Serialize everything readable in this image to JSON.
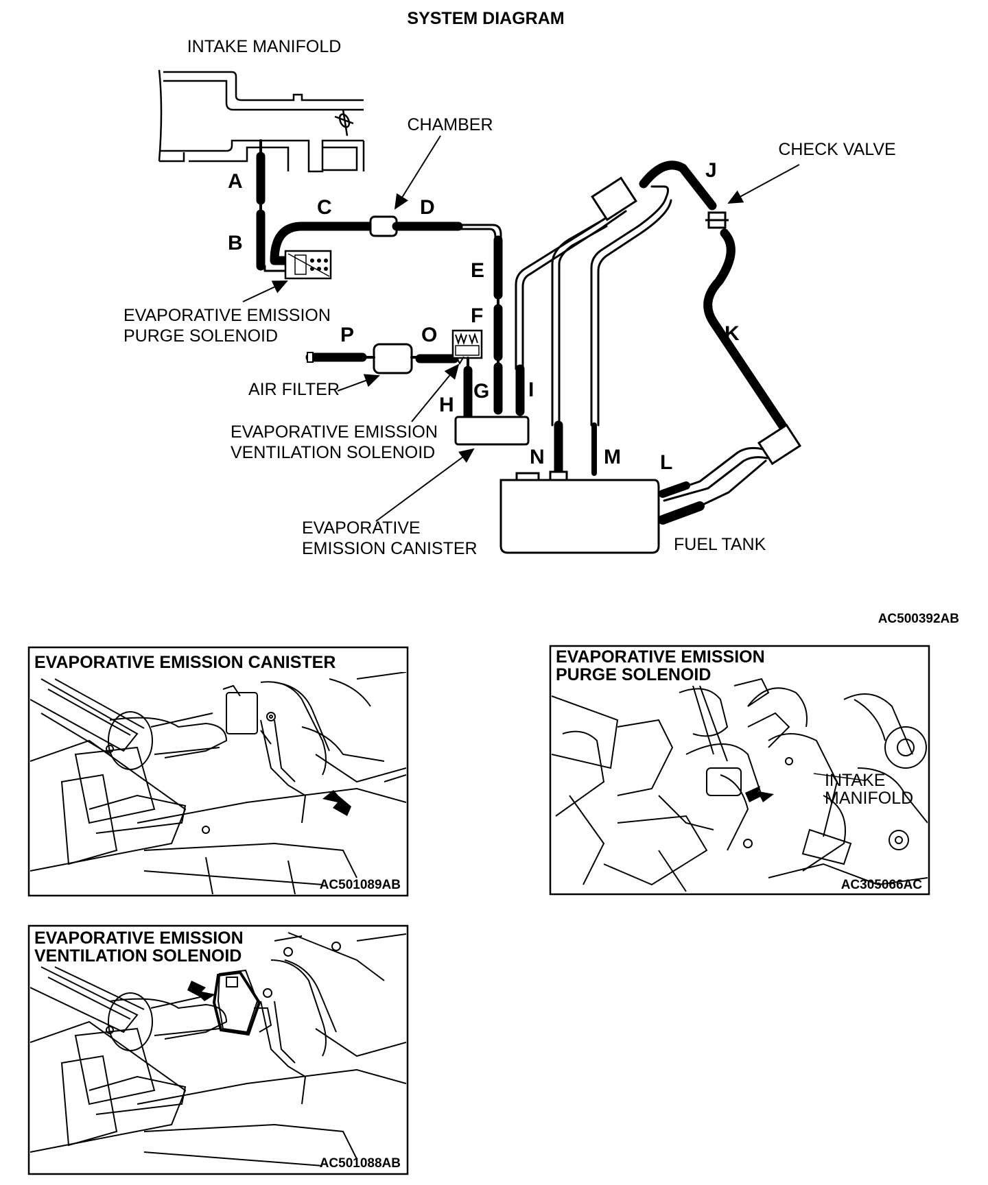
{
  "diagram": {
    "title": "SYSTEM DIAGRAM",
    "labels": {
      "intake_manifold": "INTAKE MANIFOLD",
      "chamber": "CHAMBER",
      "check_valve": "CHECK VALVE",
      "purge_solenoid_line1": "EVAPORATIVE EMISSION",
      "purge_solenoid_line2": "PURGE SOLENOID",
      "air_filter": "AIR FILTER",
      "vent_solenoid_line1": "EVAPORATIVE EMISSION",
      "vent_solenoid_line2": "VENTILATION SOLENOID",
      "canister_line1": "EVAPORATIVE",
      "canister_line2": "EMISSION CANISTER",
      "fuel_tank": "FUEL TANK"
    },
    "hose_letters": {
      "A": "A",
      "B": "B",
      "C": "C",
      "D": "D",
      "E": "E",
      "F": "F",
      "G": "G",
      "H": "H",
      "I": "I",
      "J": "J",
      "K": "K",
      "L": "L",
      "M": "M",
      "N": "N",
      "O": "O",
      "P": "P"
    },
    "figure_code": "AC500392AB"
  },
  "photos": [
    {
      "id": "canister",
      "title_line1": "EVAPORATIVE EMISSION CANISTER",
      "title_line2": "",
      "code": "AC501089AB"
    },
    {
      "id": "purge",
      "title_line1": "EVAPORATIVE EMISSION",
      "title_line2": "PURGE SOLENOID",
      "callout_line1": "INTAKE",
      "callout_line2": "MANIFOLD",
      "code": "AC305066AC"
    },
    {
      "id": "vent",
      "title_line1": "EVAPORATIVE EMISSION",
      "title_line2": "VENTILATION SOLENOID",
      "code": "AC501088AB"
    }
  ]
}
